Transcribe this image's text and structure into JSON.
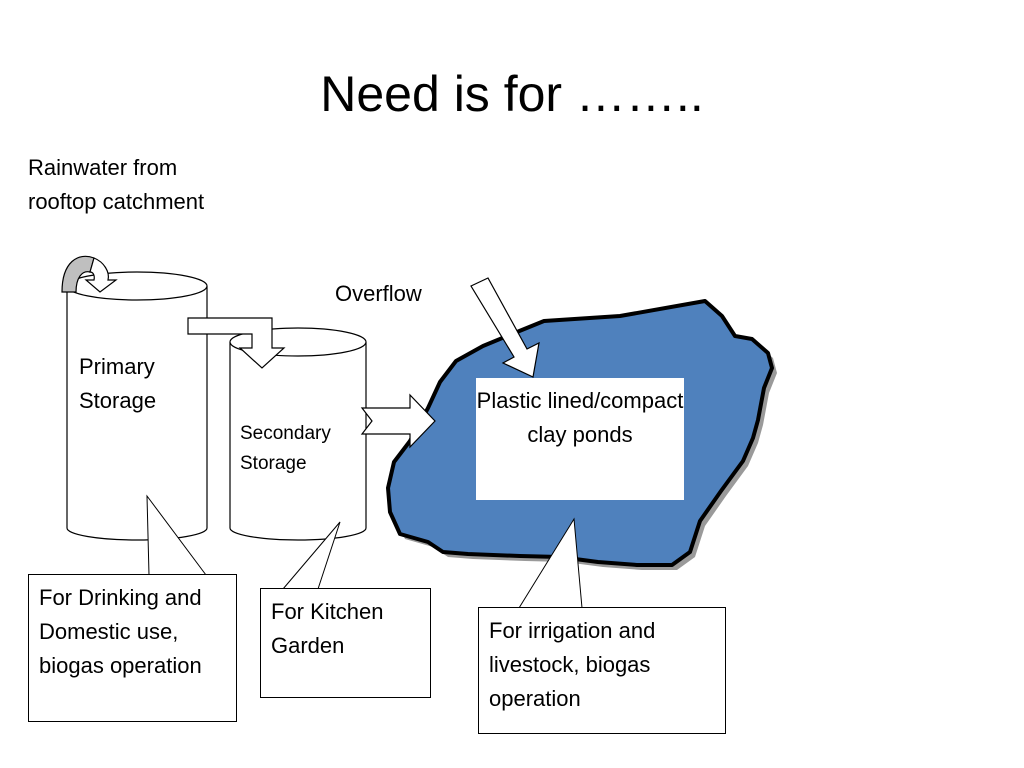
{
  "title": "Need is for ……..",
  "labels": {
    "rainwater": "Rainwater from rooftop catchment",
    "overflow": "Overflow",
    "primary": "Primary Storage",
    "secondary": "Secondary Storage",
    "pond": "Plastic lined/compact clay ponds"
  },
  "callouts": {
    "primary": "For Drinking and Domestic use, biogas operation",
    "secondary": "For Kitchen Garden",
    "pond": "For irrigation and livestock, biogas operation"
  },
  "colors": {
    "pond_fill": "#4f81bd",
    "outline": "#000000",
    "curved_arrow": "#bfbfbf",
    "background": "#ffffff"
  },
  "icons": [
    "curved-arrow-icon",
    "block-arrow-icon"
  ]
}
